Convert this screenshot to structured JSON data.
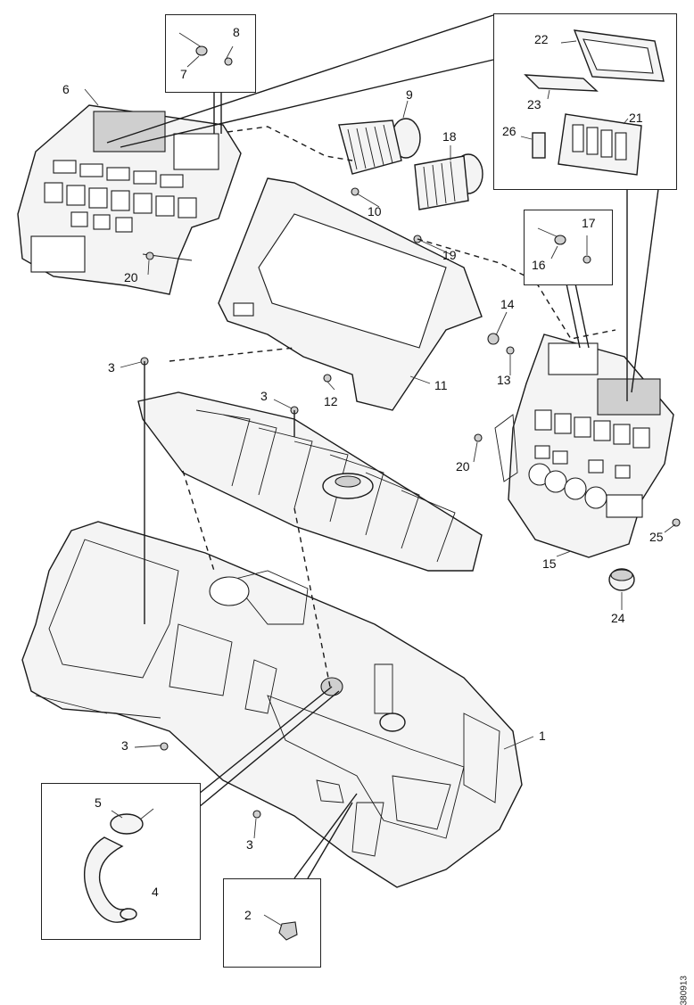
{
  "diagram": {
    "labels": {
      "l1": "1",
      "l2": "2",
      "l3a": "3",
      "l3b": "3",
      "l3c": "3",
      "l3d": "3",
      "l4": "4",
      "l5": "5",
      "l6": "6",
      "l7": "7",
      "l8": "8",
      "l9": "9",
      "l10": "10",
      "l11": "11",
      "l12": "12",
      "l13": "13",
      "l14": "14",
      "l15": "15",
      "l16": "16",
      "l17": "17",
      "l18": "18",
      "l19": "19",
      "l20a": "20",
      "l20b": "20",
      "l21": "21",
      "l22": "22",
      "l23": "23",
      "l24": "24",
      "l25": "25",
      "l26": "26"
    },
    "reference": "380913"
  }
}
